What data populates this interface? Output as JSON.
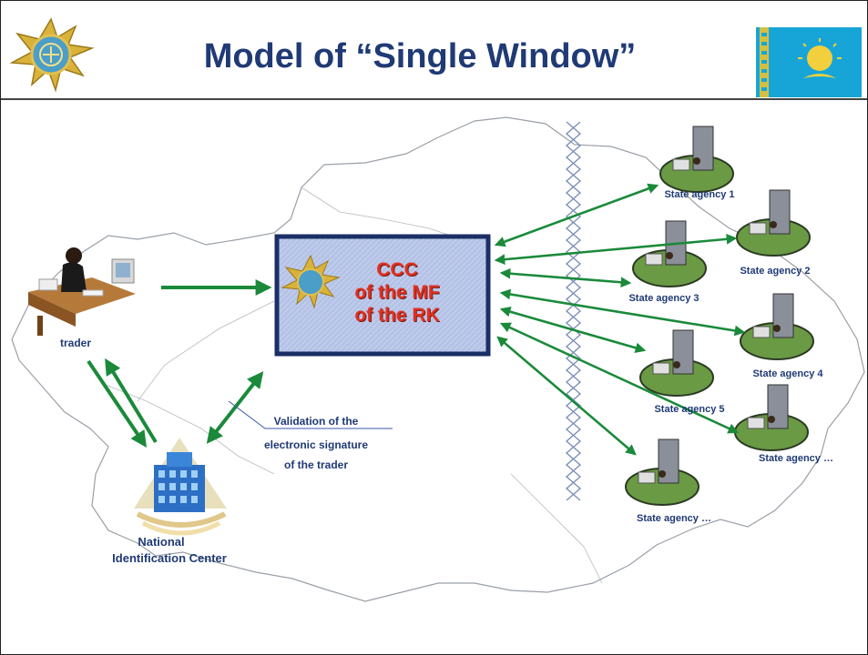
{
  "title": "Model of “Single Window”",
  "ccc": {
    "line1": "CCC",
    "line2": "of the MF",
    "line3": "of the RK"
  },
  "trader": {
    "label": "trader"
  },
  "nic": {
    "line1": "National",
    "line2": "Identification Center"
  },
  "validation": {
    "line1": "Validation of the",
    "line2": "electronic signature",
    "line3": "of the trader"
  },
  "agencies": [
    {
      "label": "State agency 1"
    },
    {
      "label": "State agency 2"
    },
    {
      "label": "State agency 3"
    },
    {
      "label": "State agency 4"
    },
    {
      "label": "State agency 5"
    },
    {
      "label": "State agency …"
    },
    {
      "label": "State agency …"
    }
  ],
  "colors": {
    "title": "#1f3a75",
    "arrow": "#1a8a3a",
    "ccc_text": "#e03020",
    "agency_label": "#1f3a75",
    "ccc_fill": "#b4c2e6",
    "ccc_border": "#1b2f66"
  },
  "icons": {
    "emblem": "customs-emblem-icon",
    "flag": "kazakhstan-flag-icon",
    "trader": "trader-at-desk-icon",
    "nic": "building-icon",
    "agency": "agency-building-icon",
    "barrier": "firewall-chain-icon"
  }
}
